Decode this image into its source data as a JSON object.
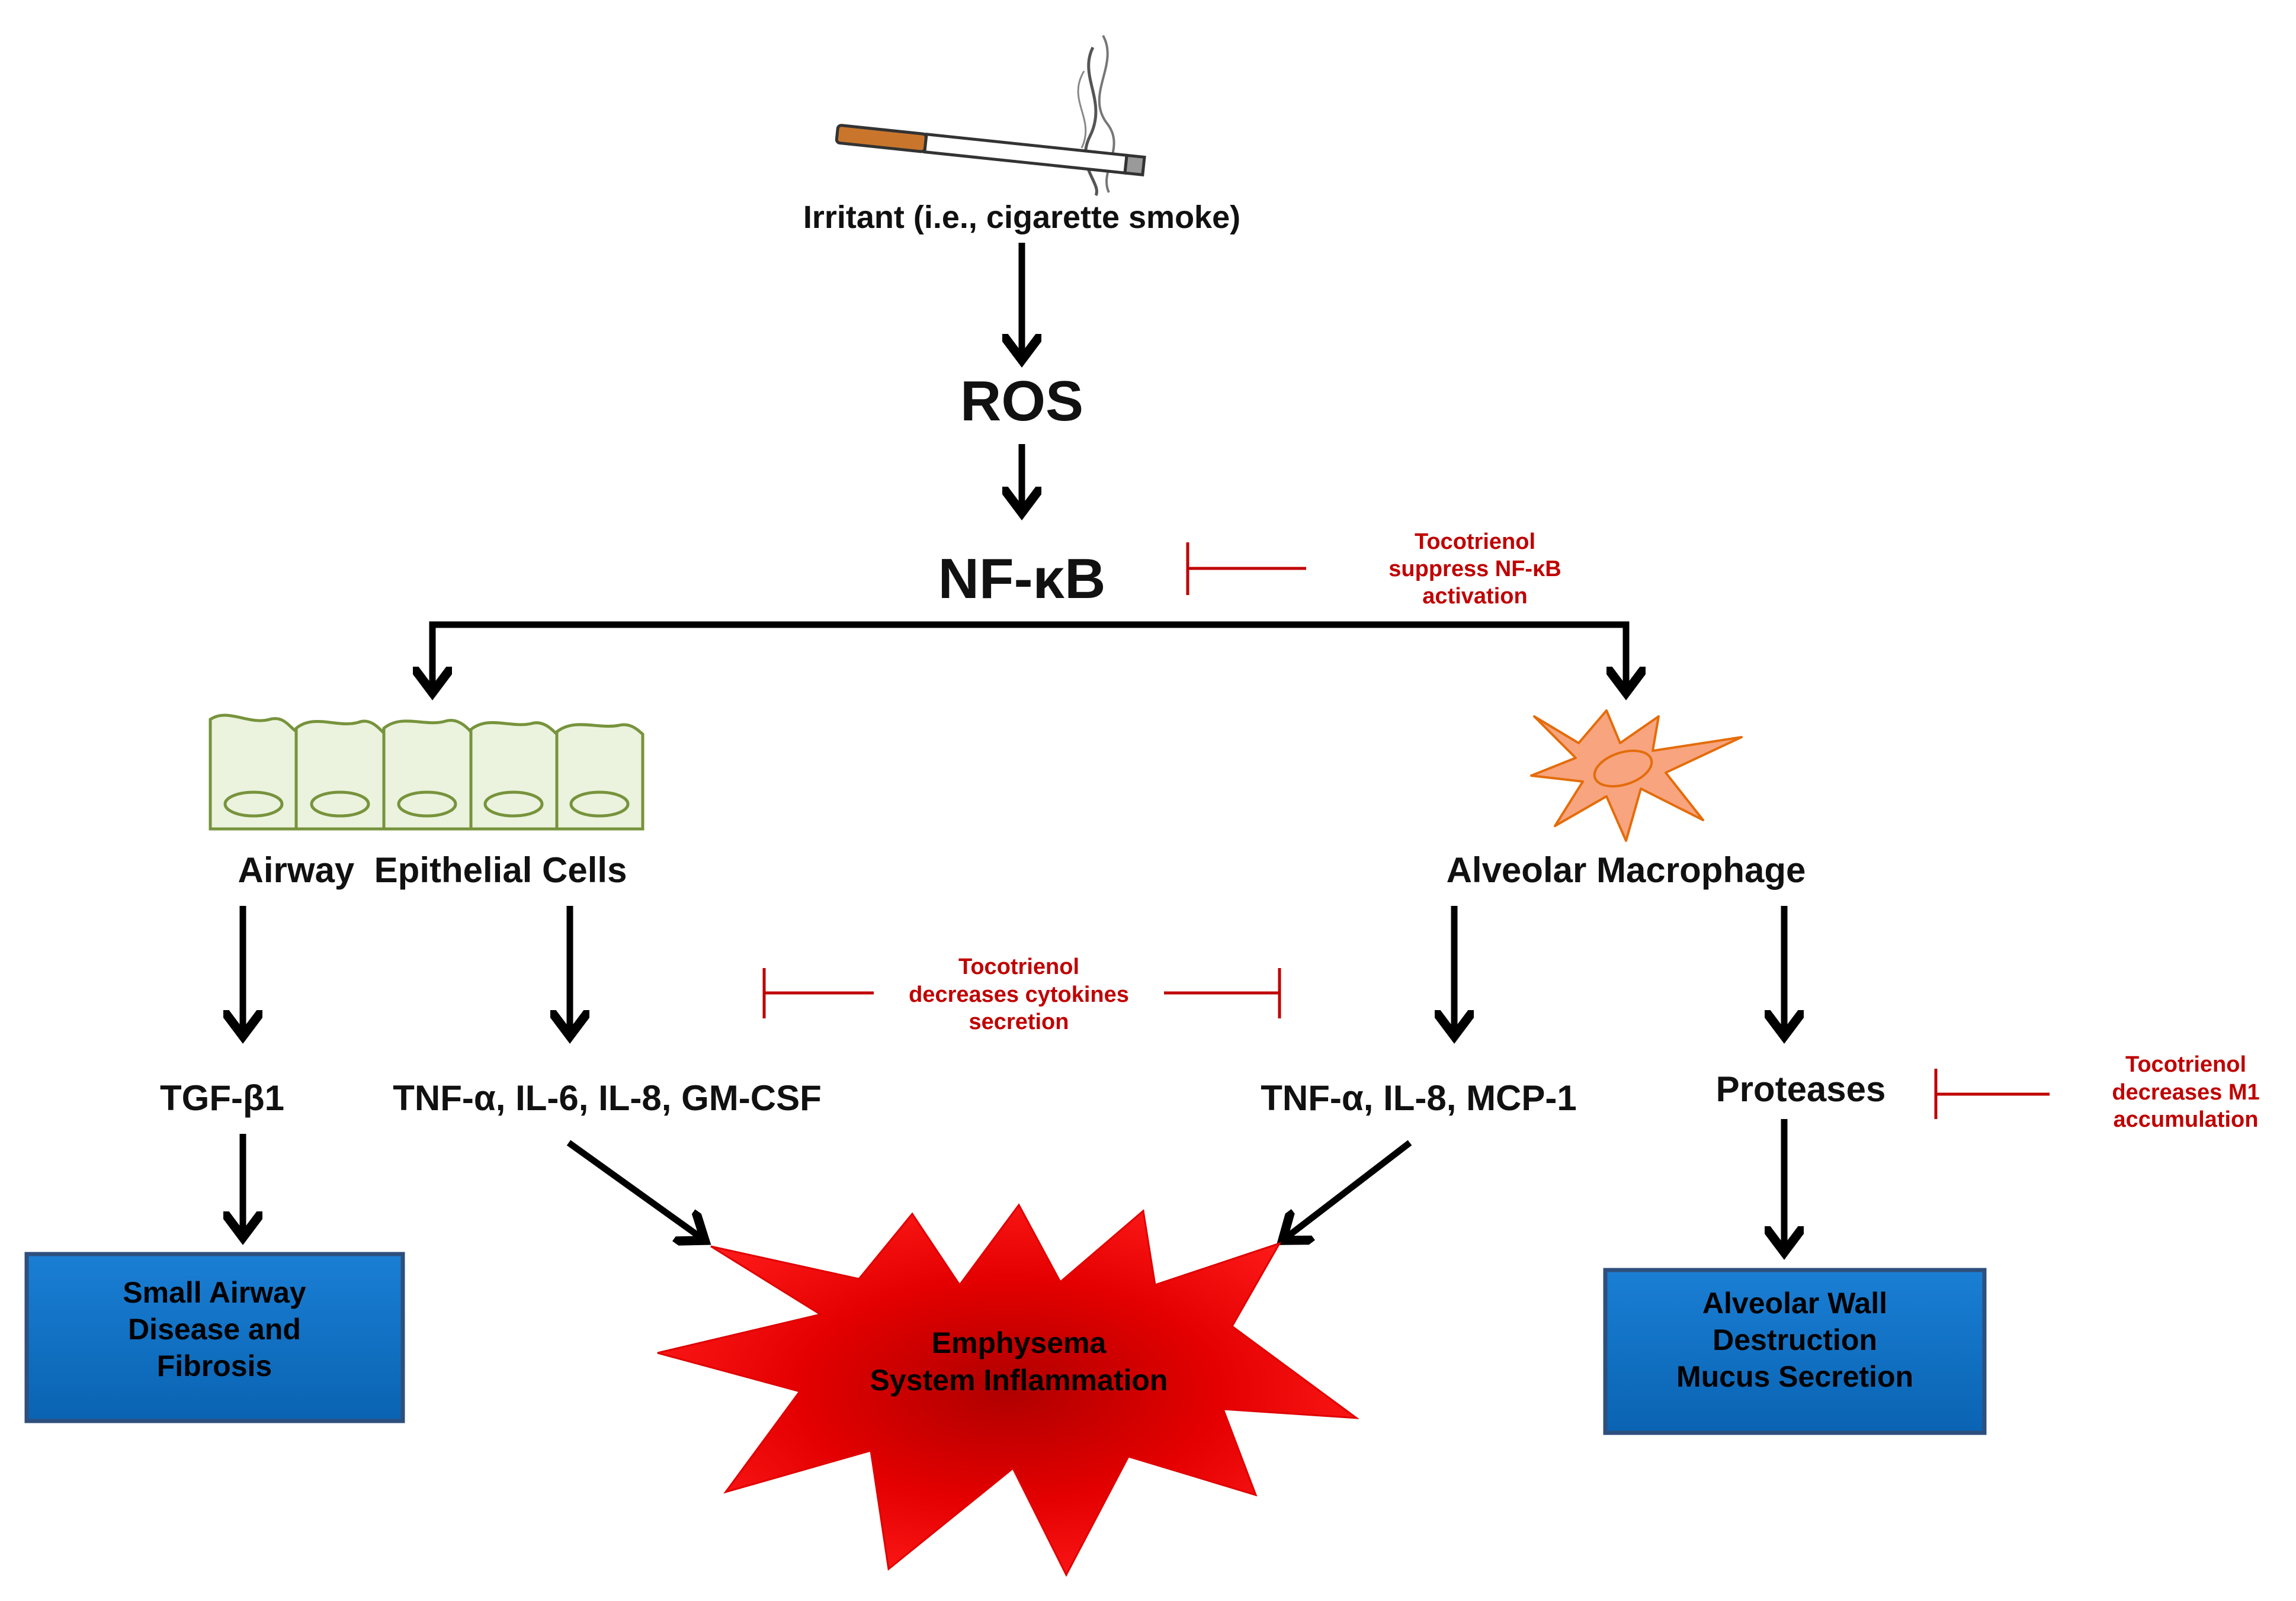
{
  "colors": {
    "inhibition": "#c00000",
    "outcome_box": "#0b6fc4",
    "outcome_box_border": "#2e4f7d",
    "burst": "#ff0000",
    "burst_dark": "#b00000",
    "epithelium_fill": "#ebf3de",
    "epithelium_stroke": "#77933c",
    "macrophage_fill": "#f7a47f",
    "macrophage_stroke": "#e46c0a"
  },
  "icons": {
    "cigarette": "cigarette-icon",
    "epithelium": "epithelial-cells-icon",
    "macrophage": "macrophage-cell-icon",
    "outcome": "burst-shape"
  },
  "nodes": {
    "irritant": "Irritant (i.e., cigarette smoke)",
    "ros": "ROS",
    "nfkb": "NF-κB",
    "airway_cells": "Airway  Epithelial Cells",
    "macrophage": "Alveolar Macrophage",
    "tgf": "TGF-β1",
    "epi_cytokines": "TNF-α, IL-6, IL-8, GM-CSF",
    "mac_cytokines": "TNF-α, IL-8, MCP-1",
    "proteases": "Proteases"
  },
  "outcomes": {
    "small_airway": [
      "Small Airway",
      "Disease and",
      "Fibrosis"
    ],
    "emphysema": [
      "Emphysema",
      "System Inflammation"
    ],
    "alveolar_wall": [
      "Alveolar Wall",
      "Destruction",
      "Mucus Secretion"
    ]
  },
  "inhibitions": {
    "nfkb": [
      "Tocotrienol",
      "suppress NF-κB",
      "activation"
    ],
    "cytokines": [
      "Tocotrienol",
      "decreases cytokines",
      "secretion"
    ],
    "m1": [
      "Tocotrienol",
      "decreases M1",
      "accumulation"
    ]
  }
}
